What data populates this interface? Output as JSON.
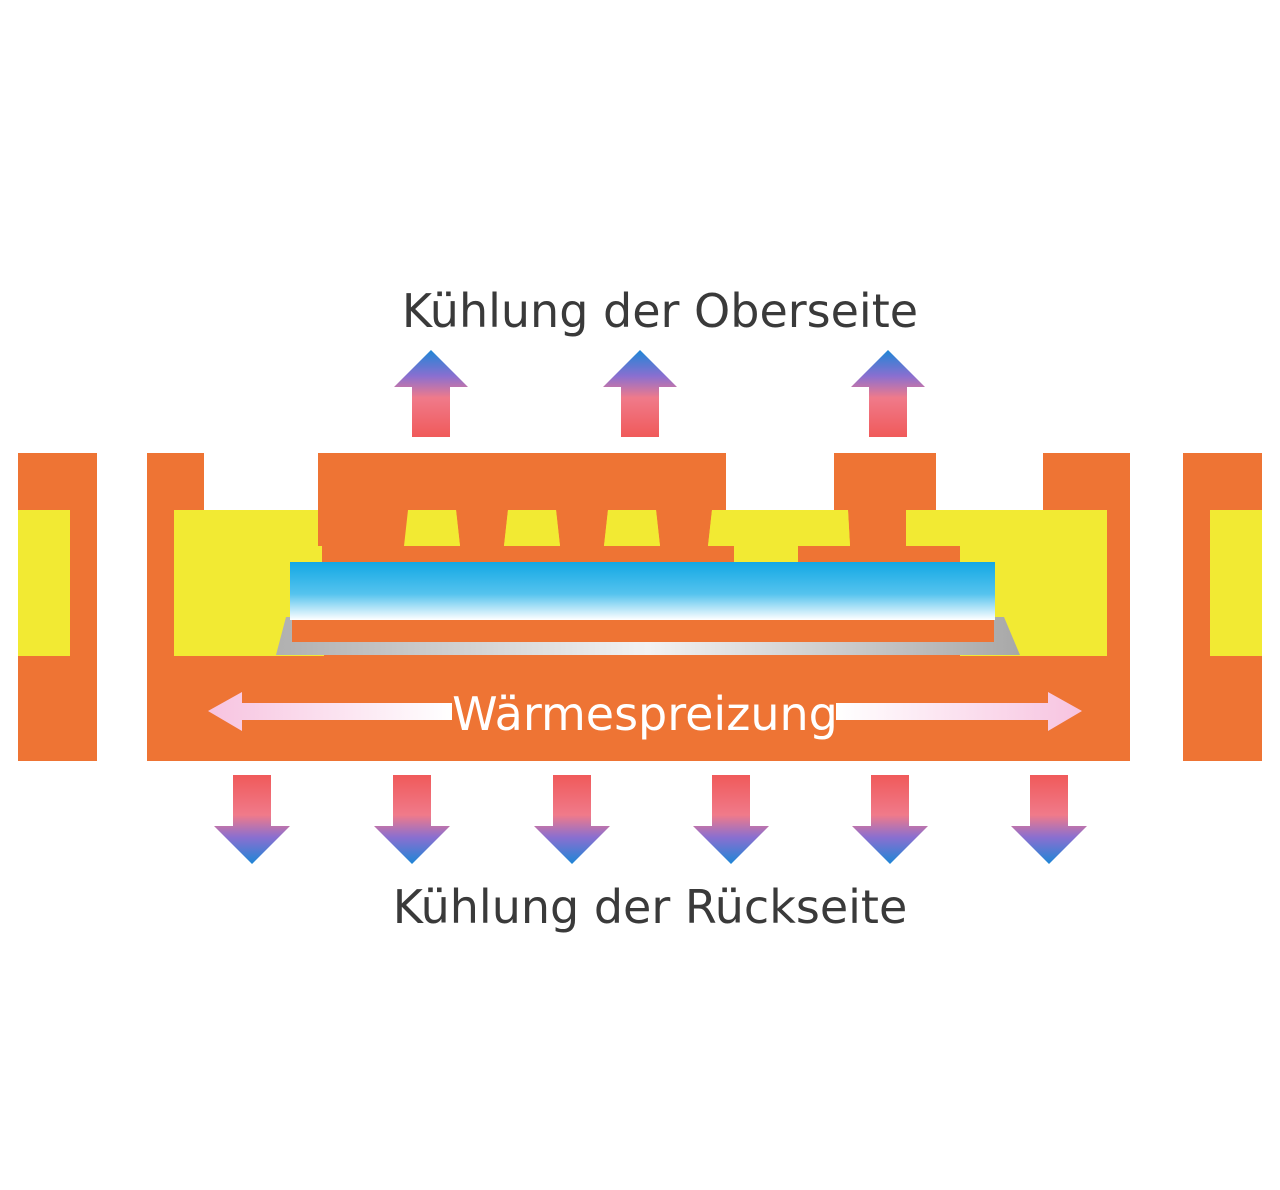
{
  "labels": {
    "top_cooling": "Kühlung der Oberseite",
    "bottom_cooling": "Kühlung der Rückseite",
    "heat_spreading": "Wärmespreizung"
  },
  "colors": {
    "copper": "#ee7434",
    "fill": "#f2ea33",
    "die_blue": "#1ab1e6",
    "arrow_red": "#f05a5a",
    "arrow_blue": "#1e86d6",
    "spread_arrow": "#f9c6d8",
    "text": "#3a3a3a"
  },
  "icons": {
    "top_arrows": "upward-heat-arrow-icon",
    "bottom_arrows": "downward-heat-arrow-icon",
    "spread_arrows": "horizontal-double-arrow-icon"
  }
}
